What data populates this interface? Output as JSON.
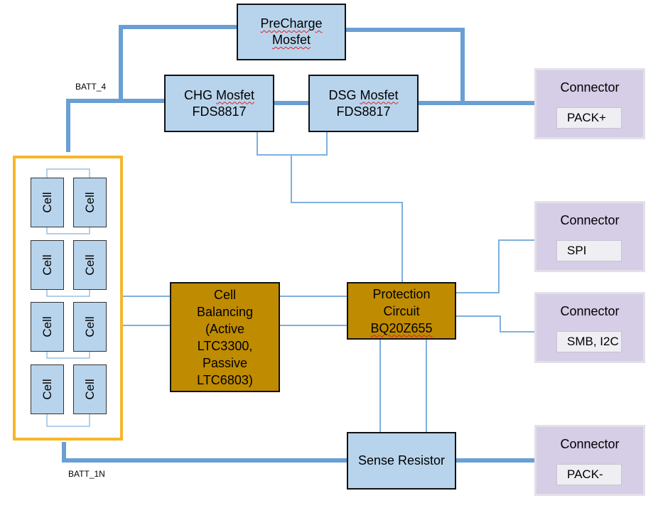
{
  "labels": {
    "batt_top": "BATT_4",
    "batt_bottom": "BATT_1N"
  },
  "precharge": {
    "line1": "PreCharge",
    "line2": "Mosfet"
  },
  "chg": {
    "line1": "CHG Mosfet",
    "line2": "FDS8817"
  },
  "dsg": {
    "line1": "DSG Mosfet",
    "line2": "FDS8817"
  },
  "balancing": {
    "lines": [
      "Cell",
      "Balancing",
      "(Active",
      "LTC3300,",
      "Passive",
      "LTC6803)"
    ]
  },
  "protection": {
    "lines": [
      "Protection",
      "Circuit",
      "BQ20Z655"
    ]
  },
  "sense": {
    "label": "Sense Resistor"
  },
  "connectors": [
    {
      "title": "Connector",
      "slot": "PACK+"
    },
    {
      "title": "Connector",
      "slot": "SPI"
    },
    {
      "title": "Connector",
      "slot": "SMB, I2C"
    },
    {
      "title": "Connector",
      "slot": "PACK-"
    }
  ],
  "cell_label": "Cell",
  "colors": {
    "power_line": "#6a9fd4",
    "signal_line": "#7fb0de",
    "pack_border": "#f5b72a",
    "block_blue": "#b8d4ec",
    "block_gold": "#bf8b00",
    "connector": "#d6cde6"
  }
}
